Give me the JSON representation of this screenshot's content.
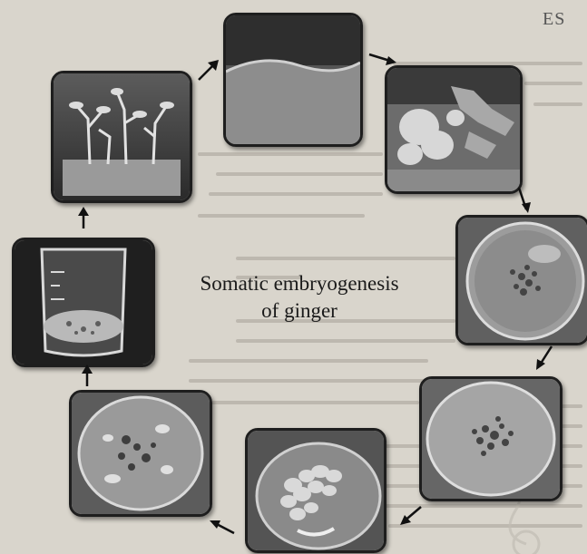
{
  "diagram": {
    "title_line1": "Somatic embryogenesis",
    "title_line2": "of ginger",
    "page_heading_fragment": "ES",
    "steps": [
      {
        "id": "shoot-explant-culture",
        "icon": "ginger-shoots-in-vessel"
      },
      {
        "id": "callus-in-vessel",
        "icon": "culture-vessel-callus"
      },
      {
        "id": "embryogenic-callus",
        "icon": "callus-mass"
      },
      {
        "id": "callus-petri-plate",
        "icon": "petri-dish"
      },
      {
        "id": "embryo-petri-plate",
        "icon": "petri-dish"
      },
      {
        "id": "embryo-cluster-plate",
        "icon": "petri-dish"
      },
      {
        "id": "germinating-embryos-plate",
        "icon": "petri-dish"
      },
      {
        "id": "beaker-culture",
        "icon": "beaker"
      }
    ],
    "cycle_direction": "clockwise"
  }
}
